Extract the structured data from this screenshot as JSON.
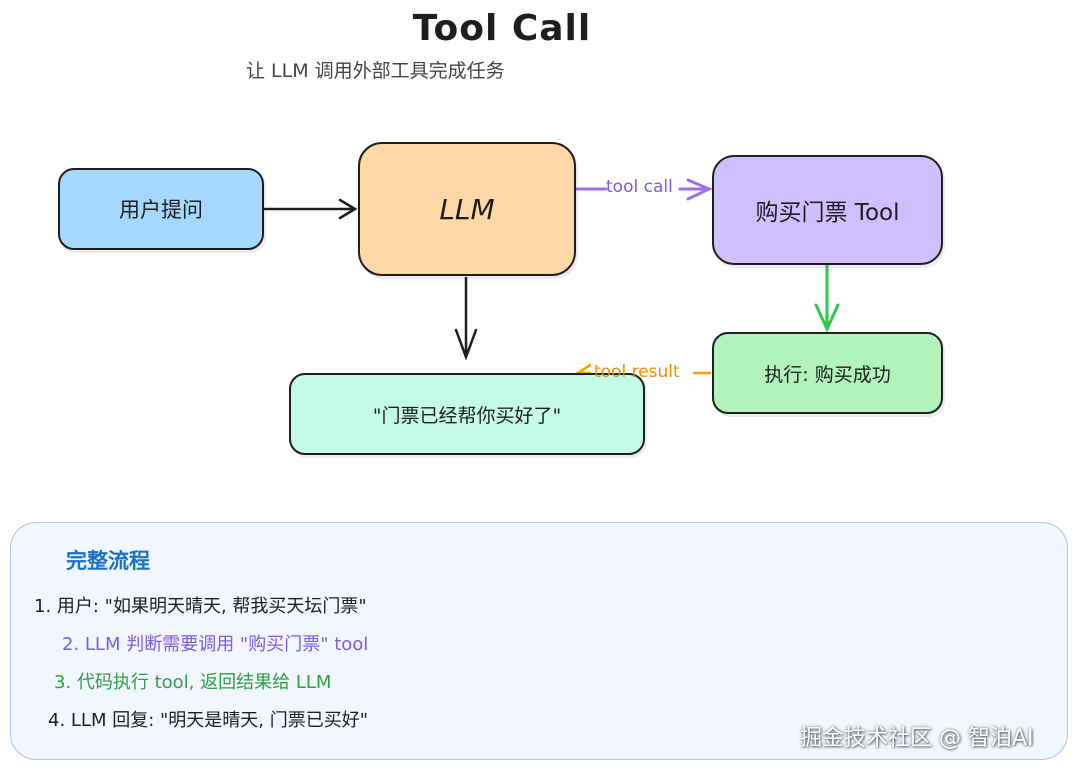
{
  "title": "Tool Call",
  "subtitle": "让 LLM 调用外部工具完成任务",
  "nodes": {
    "user_question": "用户提问",
    "llm": "LLM",
    "buy_tool": "购买门票 Tool",
    "execute": "执行: 购买成功",
    "reply": "\"门票已经帮你买好了\""
  },
  "edges": {
    "tool_call": "tool call",
    "tool_result": "tool result"
  },
  "flow": {
    "title": "完整流程",
    "steps": [
      "1. 用户: \"如果明天晴天, 帮我买天坛门票\"",
      "2. LLM 判断需要调用 \"购买门票\" tool",
      "3. 代码执行 tool, 返回结果给 LLM",
      "4. LLM 回复: \"明天是晴天, 门票已买好\""
    ]
  },
  "watermark": "掘金技术社区 @ 智泊AI",
  "colors": {
    "user_fill": "#a5d8ff",
    "llm_fill": "#ffd8a8",
    "tool_fill": "#d0bfff",
    "execute_fill": "#b2f2bb",
    "reply_fill": "#c3fae8",
    "tool_call_arrow": "#9b6ff0",
    "execute_arrow": "#2fc94a",
    "result_arrow": "#f59f00",
    "panel_fill": "#f1f6ff",
    "panel_title": "#1971c2",
    "step2": "#7c5ce0",
    "step3": "#2f9e44"
  }
}
